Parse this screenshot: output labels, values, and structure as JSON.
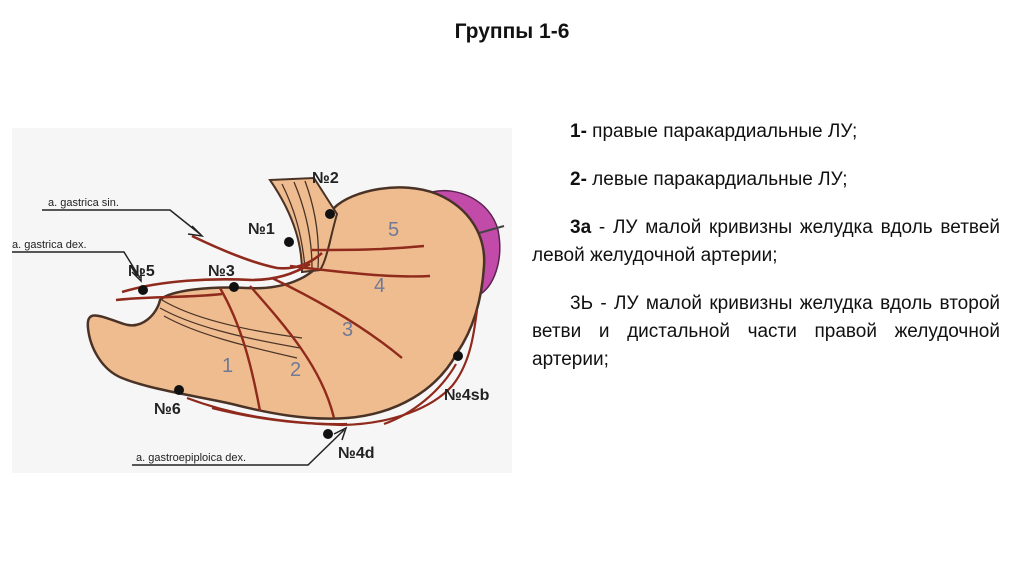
{
  "slide": {
    "title": "Группы 1-6"
  },
  "figure": {
    "artery_labels": {
      "gastrica_sin": "a. gastrica sin.",
      "gastrica_dex": "a. gastrica dex.",
      "gastroepiploica_dex": "a. gastroepiploica dex."
    },
    "node_labels": {
      "n1": "№1",
      "n2": "№2",
      "n3": "№3",
      "n5": "№5",
      "n6": "№6",
      "n4d": "№4d",
      "n4sb": "№4sb"
    },
    "zones": [
      "1",
      "2",
      "3",
      "4",
      "5"
    ],
    "colors": {
      "stomach_fill": "#efbc8f",
      "outline": "#4a3326",
      "artery": "#8f2a1c",
      "node": "#111111",
      "spleen": "#c24aa8",
      "background": "#f6f6f6"
    }
  },
  "items": [
    {
      "num": "1-",
      "text": " правые паракардиальные ЛУ;"
    },
    {
      "num": "2-",
      "text": " левые паракардиальные ЛУ;"
    },
    {
      "num": "3а",
      "text": " - ЛУ малой кривизны желудка вдоль ветвей левой желудочной артерии;"
    },
    {
      "num": "",
      "text": "3Ь - ЛУ малой кривизны желудка вдоль второй ветви и дистальной части правой желудочной артерии;"
    }
  ]
}
